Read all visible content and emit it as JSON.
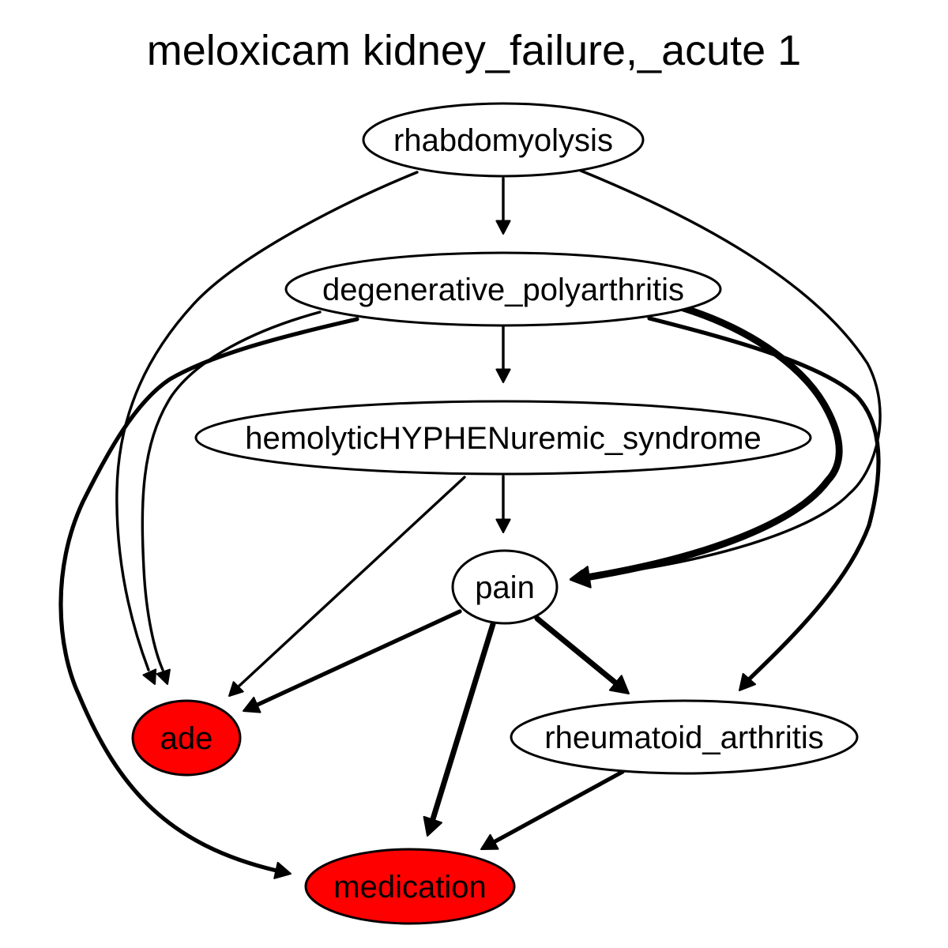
{
  "title": "meloxicam kidney_failure,_acute 1",
  "colors": {
    "highlight_fill": "#ff0000",
    "default_fill": "#ffffff",
    "stroke": "#000000"
  },
  "nodes": [
    {
      "id": "rhabdomyolysis",
      "label": "rhabdomyolysis",
      "highlight": false
    },
    {
      "id": "degenerative_polyarthritis",
      "label": "degenerative_polyarthritis",
      "highlight": false
    },
    {
      "id": "hemolytic",
      "label": "hemolyticHYPHENuremic_syndrome",
      "highlight": false
    },
    {
      "id": "pain",
      "label": "pain",
      "highlight": false
    },
    {
      "id": "ade",
      "label": "ade",
      "highlight": true
    },
    {
      "id": "rheumatoid_arthritis",
      "label": "rheumatoid_arthritis",
      "highlight": false
    },
    {
      "id": "medication",
      "label": "medication",
      "highlight": true
    }
  ],
  "edges": [
    {
      "from": "rhabdomyolysis",
      "to": "degenerative_polyarthritis",
      "weight": 1
    },
    {
      "from": "rhabdomyolysis",
      "to": "ade",
      "weight": 1
    },
    {
      "from": "rhabdomyolysis",
      "to": "pain",
      "weight": 1
    },
    {
      "from": "degenerative_polyarthritis",
      "to": "hemolytic",
      "weight": 1
    },
    {
      "from": "degenerative_polyarthritis",
      "to": "ade",
      "weight": 1
    },
    {
      "from": "degenerative_polyarthritis",
      "to": "medication",
      "weight": 2
    },
    {
      "from": "degenerative_polyarthritis",
      "to": "pain",
      "weight": 4
    },
    {
      "from": "degenerative_polyarthritis",
      "to": "rheumatoid_arthritis",
      "weight": 2
    },
    {
      "from": "hemolytic",
      "to": "pain",
      "weight": 1
    },
    {
      "from": "hemolytic",
      "to": "ade",
      "weight": 1
    },
    {
      "from": "pain",
      "to": "ade",
      "weight": 2
    },
    {
      "from": "pain",
      "to": "medication",
      "weight": 3
    },
    {
      "from": "pain",
      "to": "rheumatoid_arthritis",
      "weight": 3
    },
    {
      "from": "rheumatoid_arthritis",
      "to": "medication",
      "weight": 2
    }
  ]
}
